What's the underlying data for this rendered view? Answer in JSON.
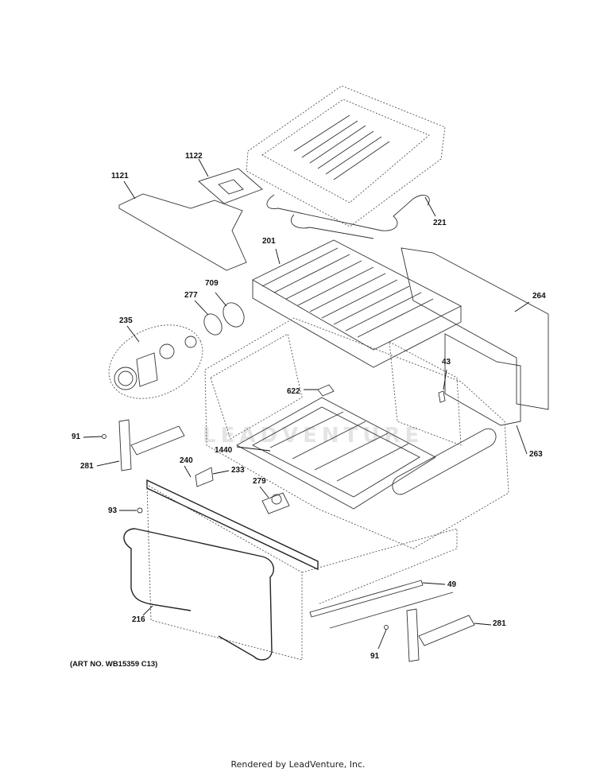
{
  "callouts": [
    {
      "id": "1122",
      "text": "1122"
    },
    {
      "id": "1121",
      "text": "1121"
    },
    {
      "id": "221",
      "text": "221"
    },
    {
      "id": "201",
      "text": "201"
    },
    {
      "id": "709",
      "text": "709"
    },
    {
      "id": "277",
      "text": "277"
    },
    {
      "id": "264",
      "text": "264"
    },
    {
      "id": "235",
      "text": "235"
    },
    {
      "id": "43",
      "text": "43"
    },
    {
      "id": "622",
      "text": "622"
    },
    {
      "id": "91a",
      "text": "91"
    },
    {
      "id": "281a",
      "text": "281"
    },
    {
      "id": "1440",
      "text": "1440"
    },
    {
      "id": "263",
      "text": "263"
    },
    {
      "id": "240",
      "text": "240"
    },
    {
      "id": "233",
      "text": "233"
    },
    {
      "id": "279",
      "text": "279"
    },
    {
      "id": "93",
      "text": "93"
    },
    {
      "id": "49",
      "text": "49"
    },
    {
      "id": "216",
      "text": "216"
    },
    {
      "id": "281b",
      "text": "281"
    },
    {
      "id": "91b",
      "text": "91"
    }
  ],
  "art_number": "(ART NO. WB15359 C13)",
  "footer": "Rendered by LeadVenture, Inc.",
  "watermark": "LEADVENTURE"
}
